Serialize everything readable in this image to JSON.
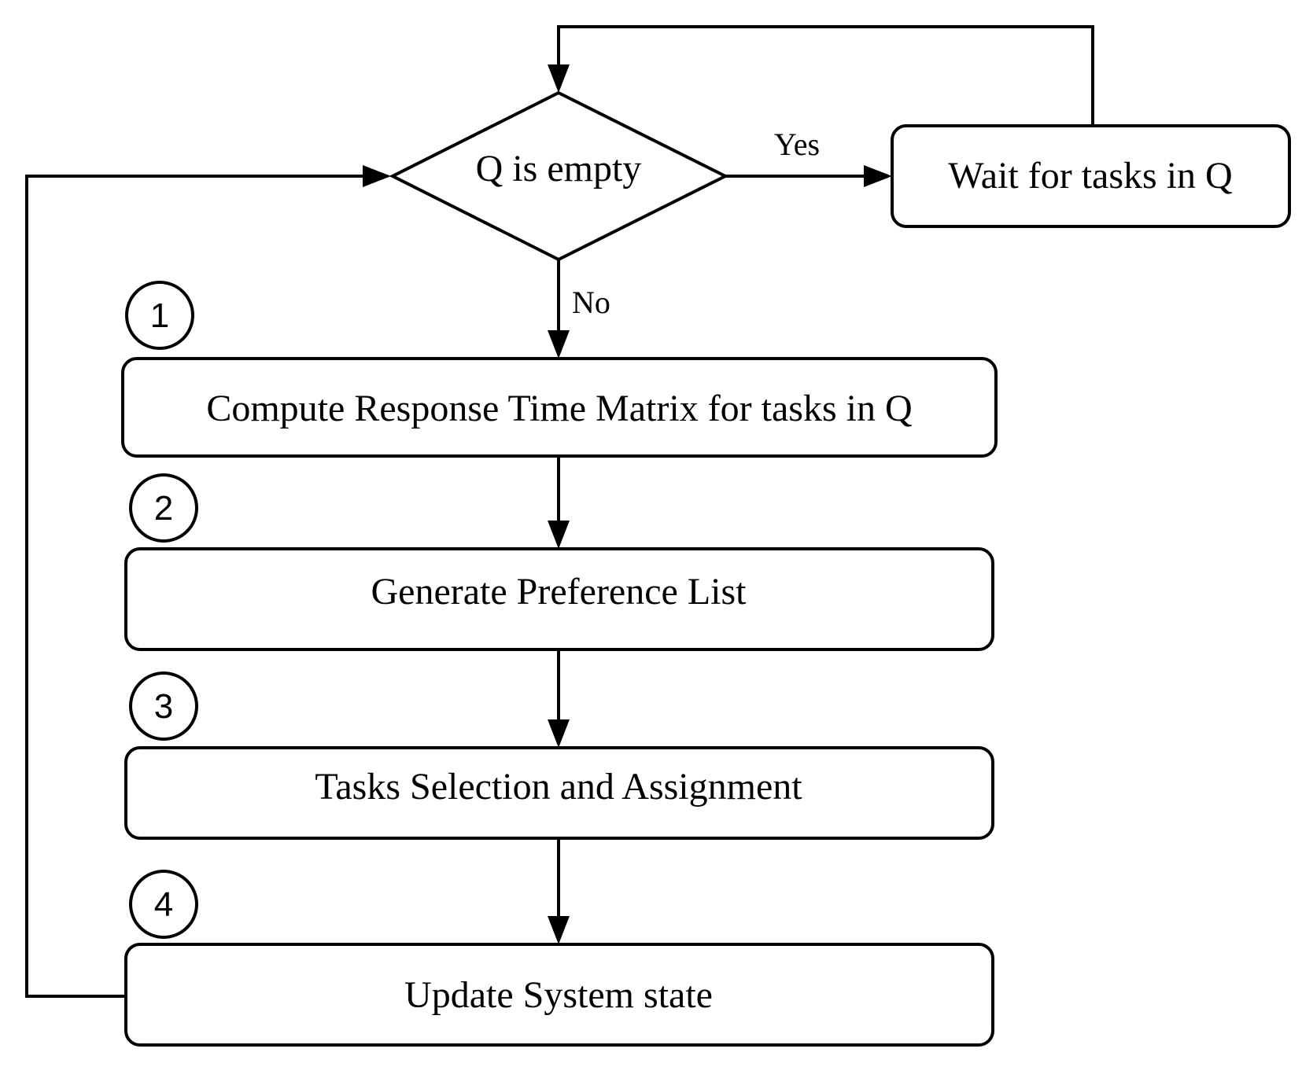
{
  "decision": {
    "label": "Q is empty"
  },
  "edges": {
    "yes": "Yes",
    "no": "No"
  },
  "wait_box": {
    "label": "Wait for tasks in Q"
  },
  "steps": [
    {
      "number": "1",
      "label": "Compute Response Time Matrix for tasks in Q"
    },
    {
      "number": "2",
      "label": "Generate Preference List"
    },
    {
      "number": "3",
      "label": "Tasks Selection and Assignment"
    },
    {
      "number": "4",
      "label": "Update System state"
    }
  ]
}
